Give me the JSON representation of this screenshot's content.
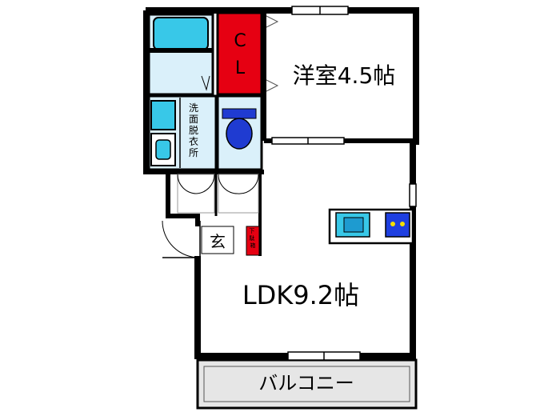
{
  "rooms": {
    "western_room": "洋室4.5帖",
    "ldk": "LDK9.2帖",
    "closet": "C L",
    "closet_c": "C",
    "closet_l": "L",
    "entrance": "玄",
    "shoe_box": "下駄箱",
    "washroom": "洗面脱衣所",
    "balcony": "バルコニー"
  },
  "colors": {
    "wall": "#000000",
    "fixture_cyan": "#38c8e8",
    "fixture_light": "#daf0fa",
    "closet_red": "#e60012",
    "toilet_blue": "#1f3bd1",
    "kitchen_blue": "#1e3fe0",
    "burner_yellow": "#f4e000",
    "balcony_gray": "#e6e6e6"
  }
}
